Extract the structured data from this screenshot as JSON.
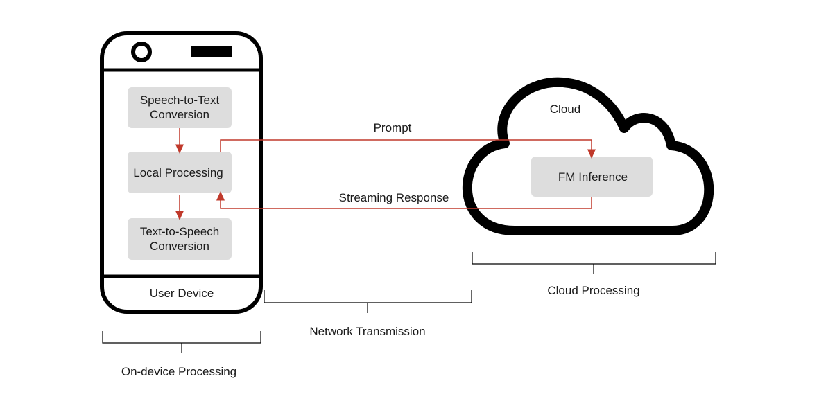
{
  "device": {
    "label": "User Device",
    "steps": [
      {
        "line1": "Speech-to-Text",
        "line2": "Conversion"
      },
      {
        "line1": "Local Processing"
      },
      {
        "line1": "Text-to-Speech",
        "line2": "Conversion"
      }
    ]
  },
  "cloud": {
    "label": "Cloud",
    "inference": "FM Inference"
  },
  "flows": {
    "prompt": "Prompt",
    "response": "Streaming Response"
  },
  "phases": {
    "on_device": "On-device Processing",
    "network": "Network Transmission",
    "cloud": "Cloud Processing"
  },
  "colors": {
    "arrow": "#c0392b",
    "box_fill": "#dddddd",
    "outline": "#000000"
  }
}
